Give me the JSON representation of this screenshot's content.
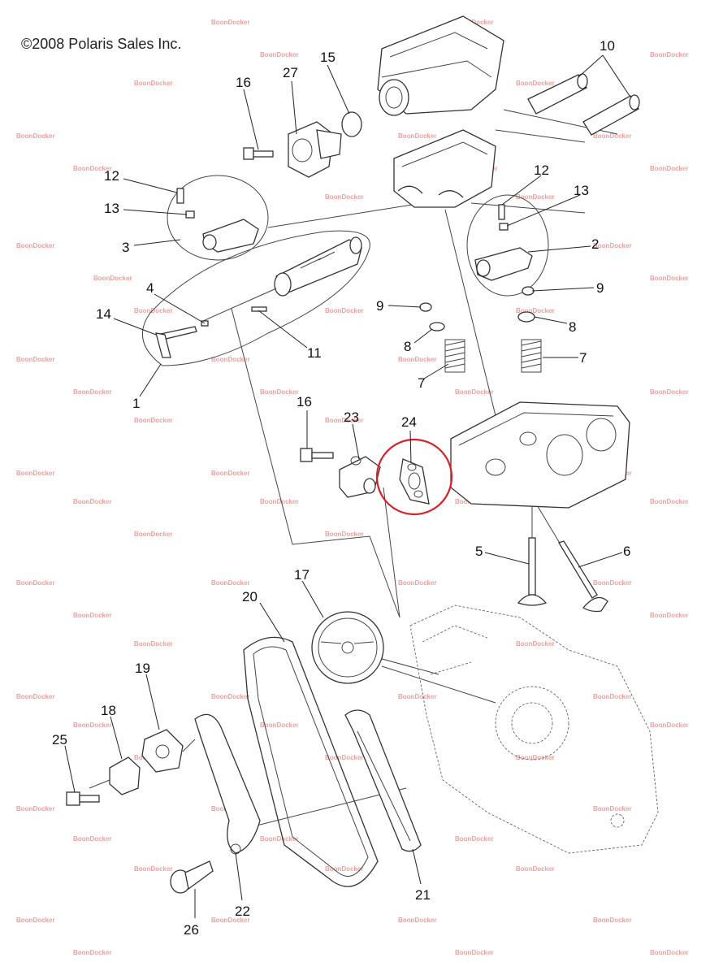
{
  "copyright": "©2008 Polaris Sales Inc.",
  "watermark": "BoonDocker",
  "highlight_color": "#d9202a",
  "callouts": {
    "c1": "1",
    "c2": "2",
    "c3": "3",
    "c4": "4",
    "c5": "5",
    "c6": "6",
    "c7a": "7",
    "c7b": "7",
    "c8a": "8",
    "c8b": "8",
    "c9a": "9",
    "c9b": "9",
    "c10": "10",
    "c11": "11",
    "c12a": "12",
    "c12b": "12",
    "c13a": "13",
    "c13b": "13",
    "c14": "14",
    "c15": "15",
    "c16a": "16",
    "c16b": "16",
    "c17": "17",
    "c18": "18",
    "c19": "19",
    "c20": "20",
    "c21": "21",
    "c22": "22",
    "c23": "23",
    "c24": "24",
    "c25": "25",
    "c26": "26",
    "c27": "27"
  }
}
